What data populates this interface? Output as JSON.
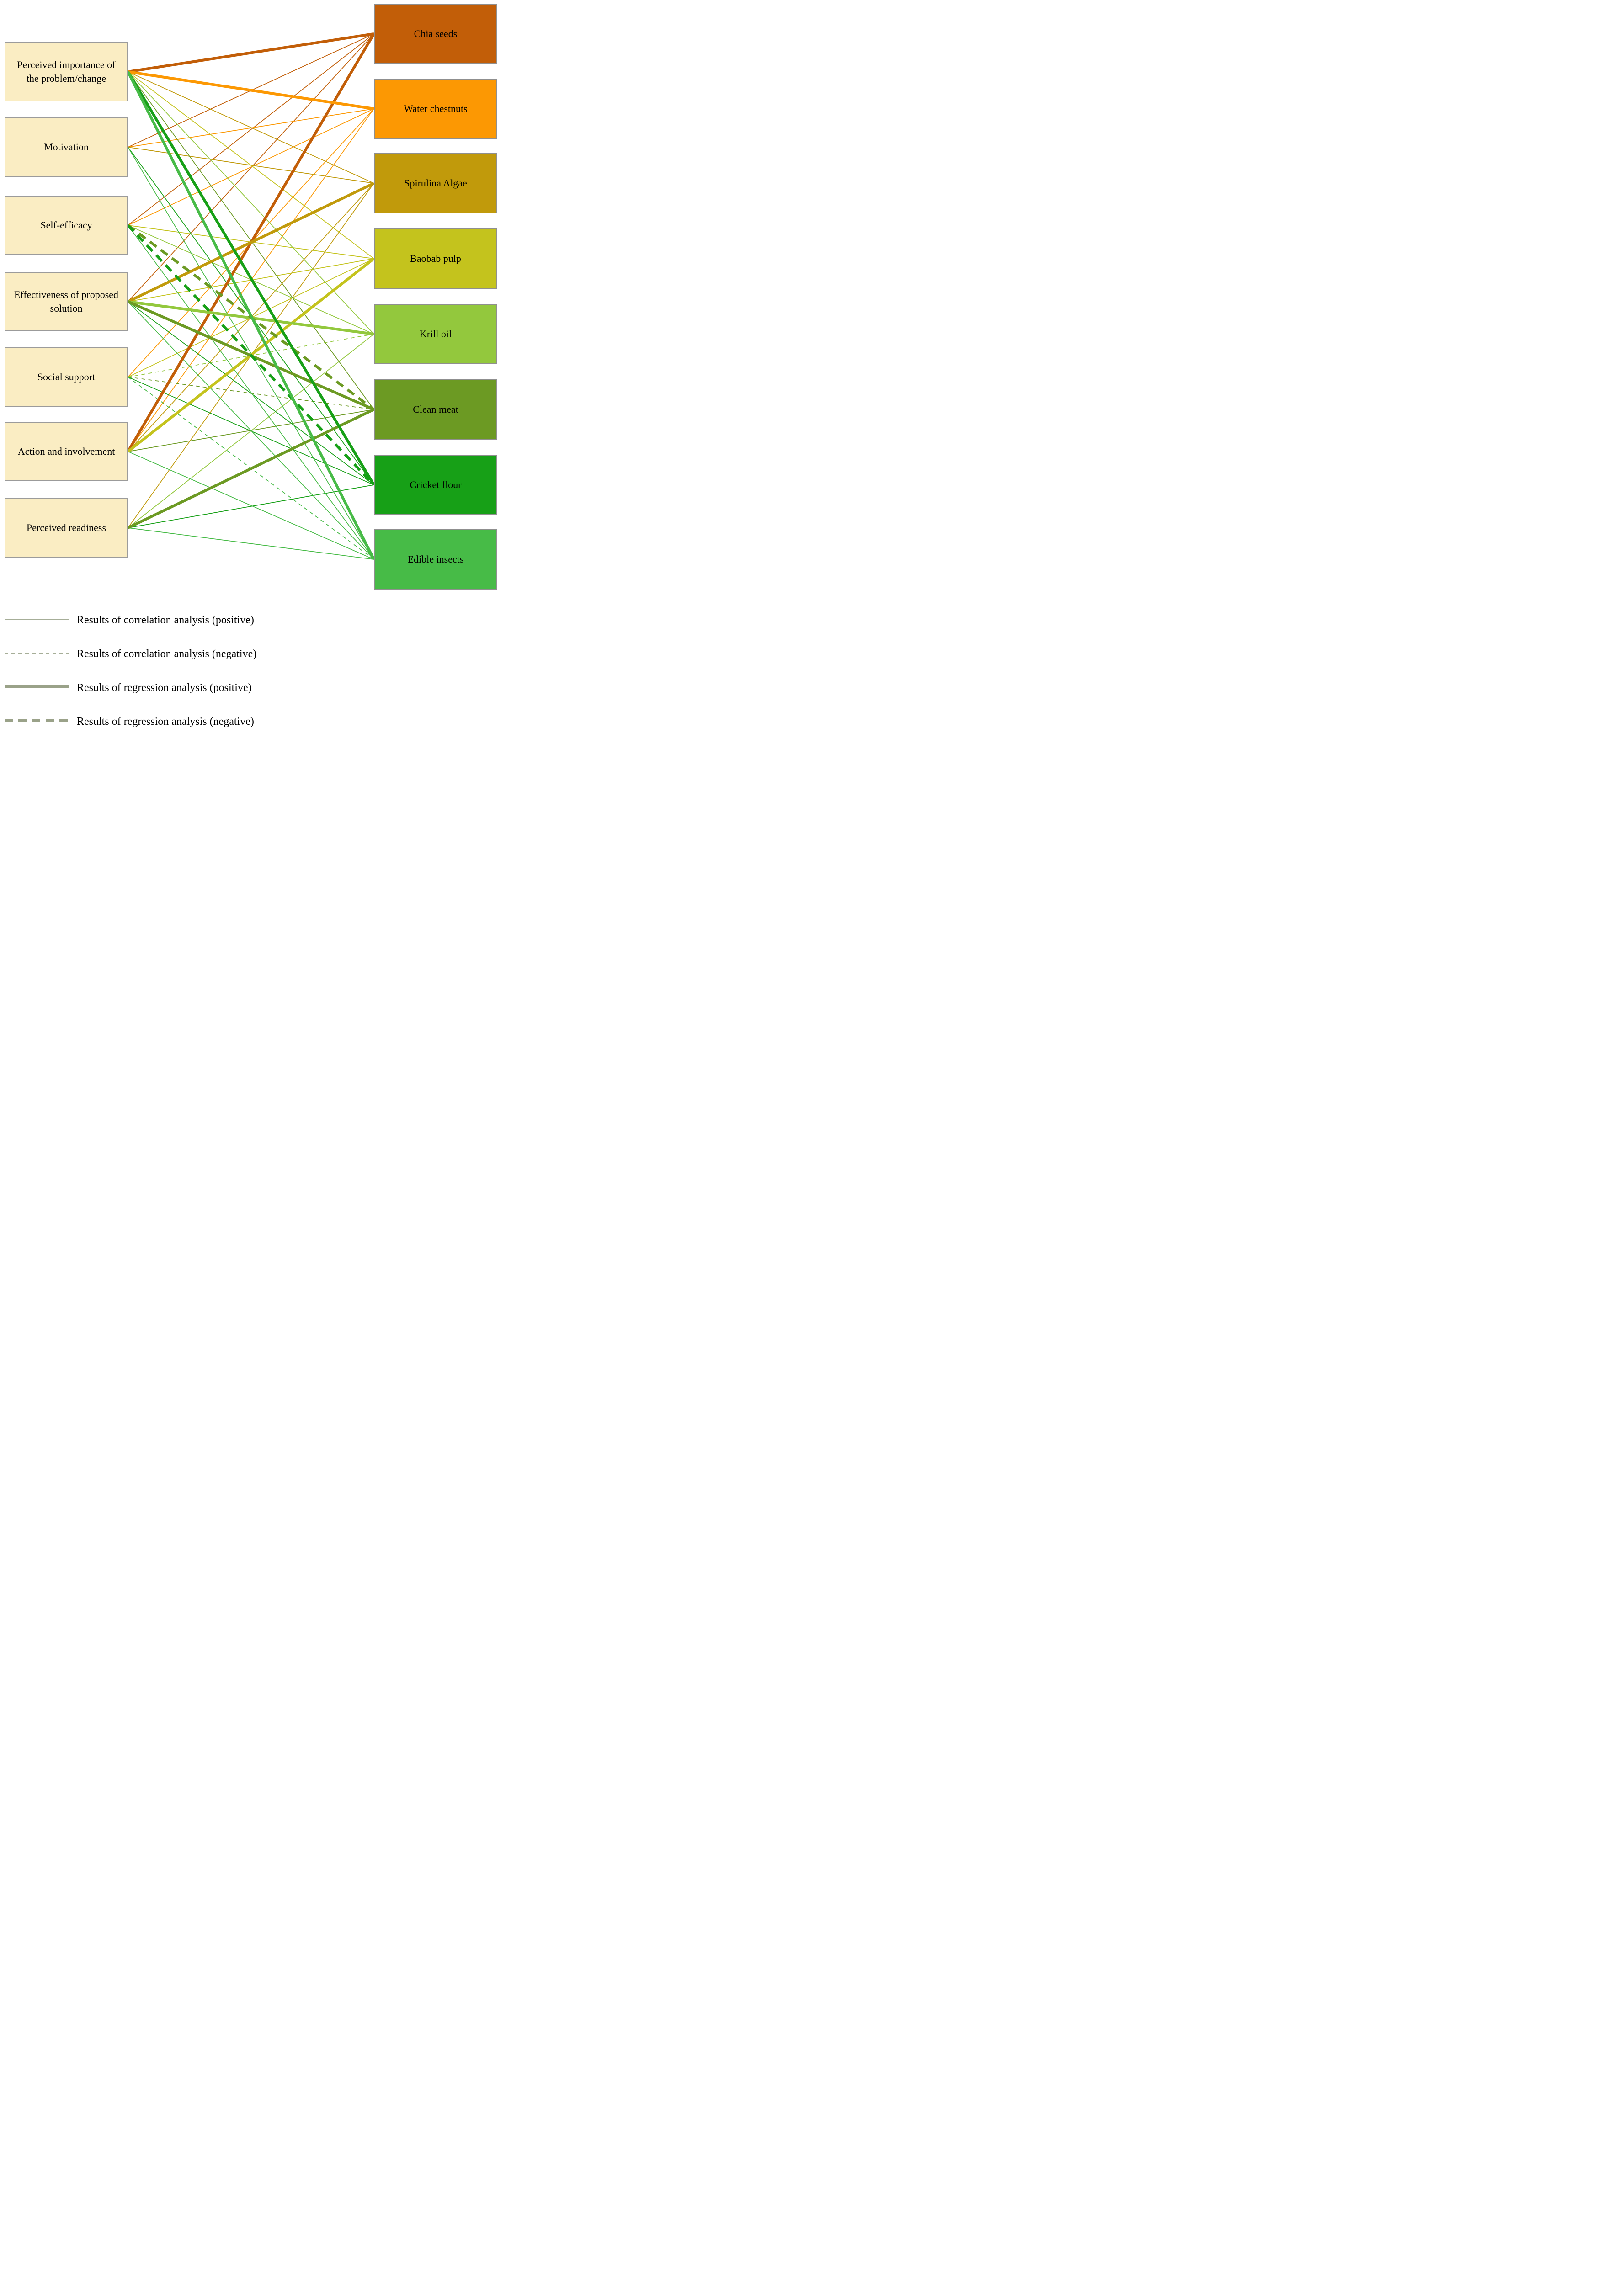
{
  "diagram": {
    "factors": [
      {
        "label": "Perceived importance of the problem/change"
      },
      {
        "label": "Motivation"
      },
      {
        "label": "Self-efficacy"
      },
      {
        "label": "Effectiveness of proposed solution"
      },
      {
        "label": "Social support"
      },
      {
        "label": "Action and involvement"
      },
      {
        "label": "Perceived readiness"
      }
    ],
    "foods": [
      {
        "label": "Chia seeds",
        "color": "#c25e08"
      },
      {
        "label": "Water chestnuts",
        "color": "#fc9803"
      },
      {
        "label": "Spirulina Algae",
        "color": "#c19a0b"
      },
      {
        "label": "Baobab pulp",
        "color": "#c4c31d"
      },
      {
        "label": "Krill oil",
        "color": "#93c83d"
      },
      {
        "label": "Clean meat",
        "color": "#6c9a23"
      },
      {
        "label": "Cricket flour",
        "color": "#17a017"
      },
      {
        "label": "Edible insects",
        "color": "#47bb47"
      }
    ],
    "edge_styles": {
      "correlation_positive": {
        "width": 1.7,
        "dash": null
      },
      "correlation_negative": {
        "width": 1.7,
        "dash": "8 7"
      },
      "regression_positive": {
        "width": 6,
        "dash": null
      },
      "regression_negative": {
        "width": 6,
        "dash": "18 12"
      }
    },
    "edges": [
      {
        "from": 0,
        "to": 0,
        "type": "regression_positive"
      },
      {
        "from": 1,
        "to": 0,
        "type": "correlation_positive"
      },
      {
        "from": 2,
        "to": 0,
        "type": "correlation_positive"
      },
      {
        "from": 3,
        "to": 0,
        "type": "correlation_positive"
      },
      {
        "from": 5,
        "to": 0,
        "type": "regression_positive"
      },
      {
        "from": 0,
        "to": 1,
        "type": "regression_positive"
      },
      {
        "from": 1,
        "to": 1,
        "type": "correlation_positive"
      },
      {
        "from": 2,
        "to": 1,
        "type": "correlation_positive"
      },
      {
        "from": 4,
        "to": 1,
        "type": "correlation_positive"
      },
      {
        "from": 5,
        "to": 1,
        "type": "correlation_positive"
      },
      {
        "from": 0,
        "to": 2,
        "type": "correlation_positive"
      },
      {
        "from": 1,
        "to": 2,
        "type": "correlation_positive"
      },
      {
        "from": 3,
        "to": 2,
        "type": "regression_positive"
      },
      {
        "from": 5,
        "to": 2,
        "type": "correlation_positive"
      },
      {
        "from": 6,
        "to": 2,
        "type": "correlation_positive"
      },
      {
        "from": 0,
        "to": 3,
        "type": "correlation_positive"
      },
      {
        "from": 2,
        "to": 3,
        "type": "correlation_positive"
      },
      {
        "from": 3,
        "to": 3,
        "type": "correlation_positive"
      },
      {
        "from": 4,
        "to": 3,
        "type": "correlation_positive"
      },
      {
        "from": 5,
        "to": 3,
        "type": "regression_positive"
      },
      {
        "from": 0,
        "to": 4,
        "type": "correlation_positive"
      },
      {
        "from": 2,
        "to": 4,
        "type": "correlation_positive"
      },
      {
        "from": 3,
        "to": 4,
        "type": "regression_positive"
      },
      {
        "from": 4,
        "to": 4,
        "type": "correlation_negative"
      },
      {
        "from": 6,
        "to": 4,
        "type": "correlation_positive"
      },
      {
        "from": 0,
        "to": 5,
        "type": "correlation_positive"
      },
      {
        "from": 2,
        "to": 5,
        "type": "regression_negative"
      },
      {
        "from": 3,
        "to": 5,
        "type": "regression_positive"
      },
      {
        "from": 4,
        "to": 5,
        "type": "correlation_negative"
      },
      {
        "from": 5,
        "to": 5,
        "type": "correlation_positive"
      },
      {
        "from": 6,
        "to": 5,
        "type": "regression_positive"
      },
      {
        "from": 0,
        "to": 6,
        "type": "regression_positive"
      },
      {
        "from": 1,
        "to": 6,
        "type": "correlation_positive"
      },
      {
        "from": 2,
        "to": 6,
        "type": "regression_negative"
      },
      {
        "from": 3,
        "to": 6,
        "type": "correlation_positive"
      },
      {
        "from": 4,
        "to": 6,
        "type": "correlation_positive"
      },
      {
        "from": 6,
        "to": 6,
        "type": "correlation_positive"
      },
      {
        "from": 0,
        "to": 7,
        "type": "regression_positive"
      },
      {
        "from": 1,
        "to": 7,
        "type": "correlation_positive"
      },
      {
        "from": 2,
        "to": 7,
        "type": "correlation_positive"
      },
      {
        "from": 3,
        "to": 7,
        "type": "correlation_positive"
      },
      {
        "from": 4,
        "to": 7,
        "type": "correlation_negative"
      },
      {
        "from": 5,
        "to": 7,
        "type": "correlation_positive"
      },
      {
        "from": 6,
        "to": 7,
        "type": "correlation_positive"
      }
    ]
  },
  "legend": {
    "line_color": "#9aa289",
    "items": [
      {
        "type": "correlation_positive",
        "label": "Results of correlation analysis (positive)"
      },
      {
        "type": "correlation_negative",
        "label": "Results of correlation analysis (negative)"
      },
      {
        "type": "regression_positive",
        "label": "Results of regression analysis (positive)"
      },
      {
        "type": "regression_negative",
        "label": "Results of regression analysis (negative)"
      }
    ]
  }
}
